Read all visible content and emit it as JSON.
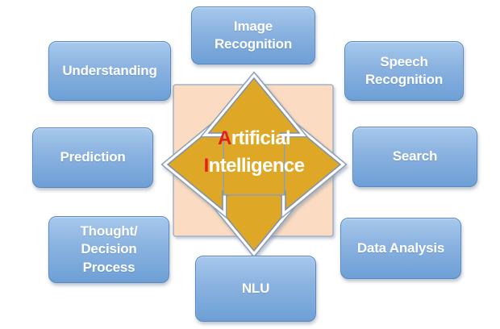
{
  "diagram": {
    "center": {
      "line1": {
        "initial": "A",
        "rest": "rtificial"
      },
      "line2": {
        "initial": "I",
        "rest": "ntelligence"
      }
    },
    "nodes": {
      "understanding": {
        "label": "Understanding"
      },
      "image_recognition": {
        "label": "Image Recognition"
      },
      "speech_recognition": {
        "label": "Speech Recognition"
      },
      "prediction": {
        "label": "Prediction"
      },
      "search": {
        "label": "Search"
      },
      "thought_decision_process": {
        "label": "Thought/ Decision Process"
      },
      "data_analysis": {
        "label": "Data Analysis"
      },
      "nlu": {
        "label": "NLU"
      }
    },
    "colors": {
      "node_fill_top": "#a6c8ec",
      "node_fill_bottom": "#6d9fd6",
      "node_border": "#5687c0",
      "node_text": "#ffffff",
      "arrow_fill": "#dfa726",
      "arrow_border": "#7e93ab",
      "square_fill": "#fbdcc2",
      "square_border": "#a3b2c4",
      "initial_letter_color": "#e32017",
      "center_text_color": "#ffffff"
    }
  }
}
